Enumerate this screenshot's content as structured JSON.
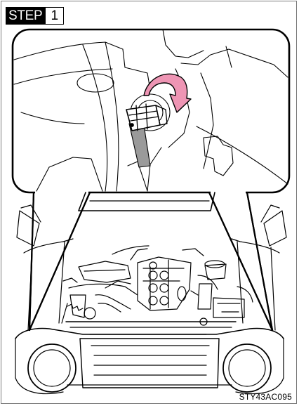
{
  "step": {
    "word": "STEP",
    "number": "1"
  },
  "figure_code": "STY43AC095",
  "colors": {
    "arrow": "#ee95b4",
    "cable": "#9a9a9a",
    "line": "#000000"
  }
}
